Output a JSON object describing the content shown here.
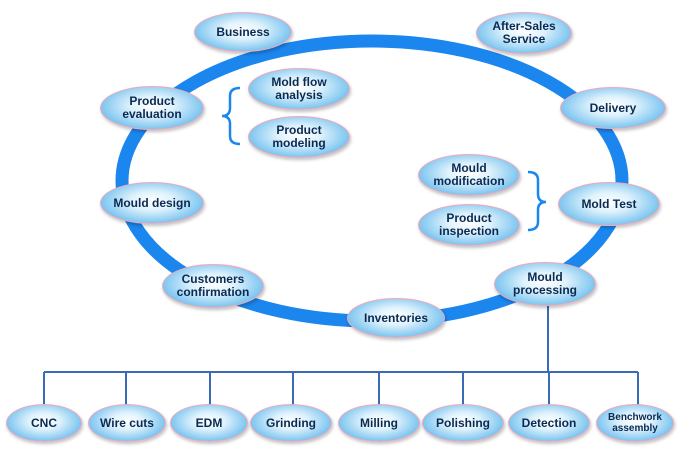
{
  "cycle": {
    "business": "Business",
    "after_sales": "After-Sales\nService",
    "product_evaluation": "Product\nevaluation",
    "delivery": "Delivery",
    "mould_design": "Mould design",
    "mold_test": "Mold Test",
    "customers_confirmation": "Customers\nconfirmation",
    "mould_processing": "Mould\nprocessing",
    "inventories": "Inventories"
  },
  "evaluation_sub": {
    "mold_flow": "Mold flow\nanalysis",
    "product_modeling": "Product\nmodeling"
  },
  "test_sub": {
    "mould_modification": "Mould\nmodification",
    "product_inspection": "Product\ninspection"
  },
  "processes": [
    "CNC",
    "Wire cuts",
    "EDM",
    "Grinding",
    "Milling",
    "Polishing",
    "Detection",
    "Benchwork\nassembly"
  ],
  "colors": {
    "ring": "#1a86ee",
    "bracket": "#1a86ee",
    "tree_line": "#3b6bb5",
    "node_border": "#f3a7b8",
    "node_text": "#0b2a52"
  }
}
